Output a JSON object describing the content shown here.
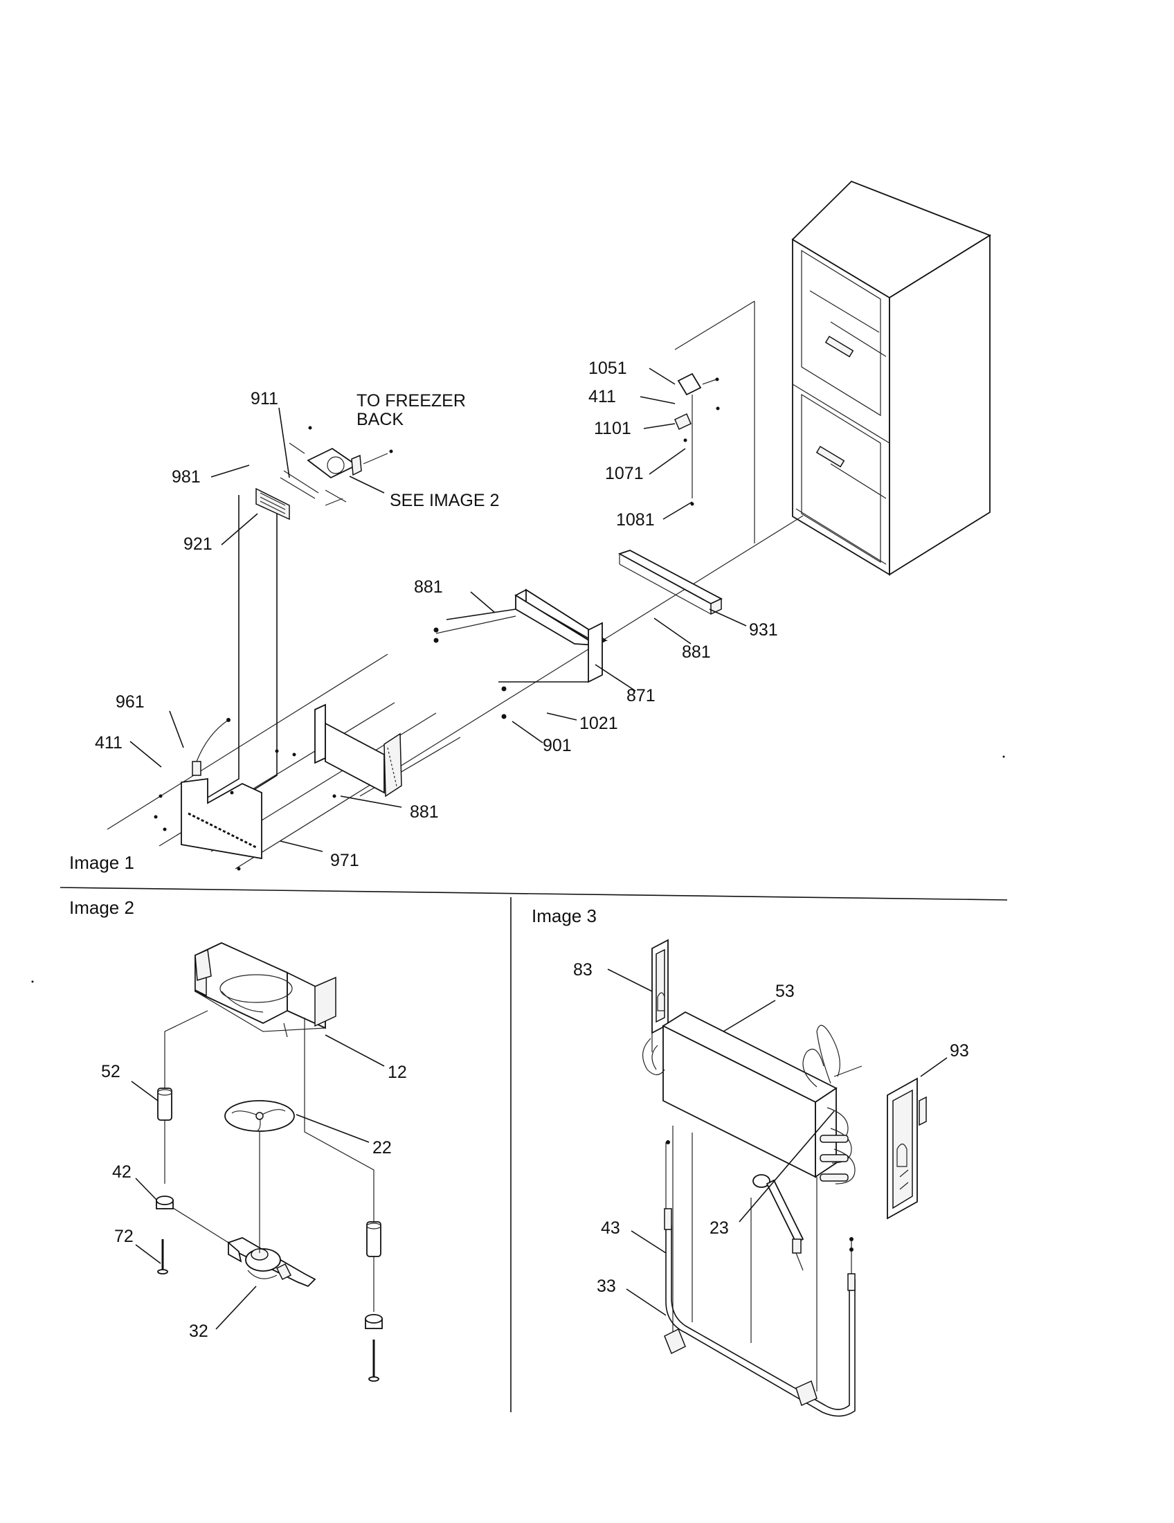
{
  "image1": {
    "title": "Image 1",
    "labels": {
      "l911": "911",
      "lFreezer1": "TO FREEZER",
      "lFreezer2": "BACK",
      "l981": "981",
      "lSeeImage2": "SEE IMAGE 2",
      "l921": "921",
      "l1051": "1051",
      "l411a": "411",
      "l1101": "1101",
      "l1071": "1071",
      "l1081": "1081",
      "l881a": "881",
      "l931": "931",
      "l881b": "881",
      "l871": "871",
      "l961": "961",
      "l411b": "411",
      "l1021": "1021",
      "l901": "901",
      "l881c": "881",
      "l971": "971"
    }
  },
  "image2": {
    "title": "Image 2",
    "labels": {
      "l12": "12",
      "l52": "52",
      "l22": "22",
      "l42": "42",
      "l72": "72",
      "l32": "32"
    }
  },
  "image3": {
    "title": "Image 3",
    "labels": {
      "l83": "83",
      "l53": "53",
      "l93": "93",
      "l23": "23",
      "l43": "43",
      "l33": "33"
    }
  }
}
